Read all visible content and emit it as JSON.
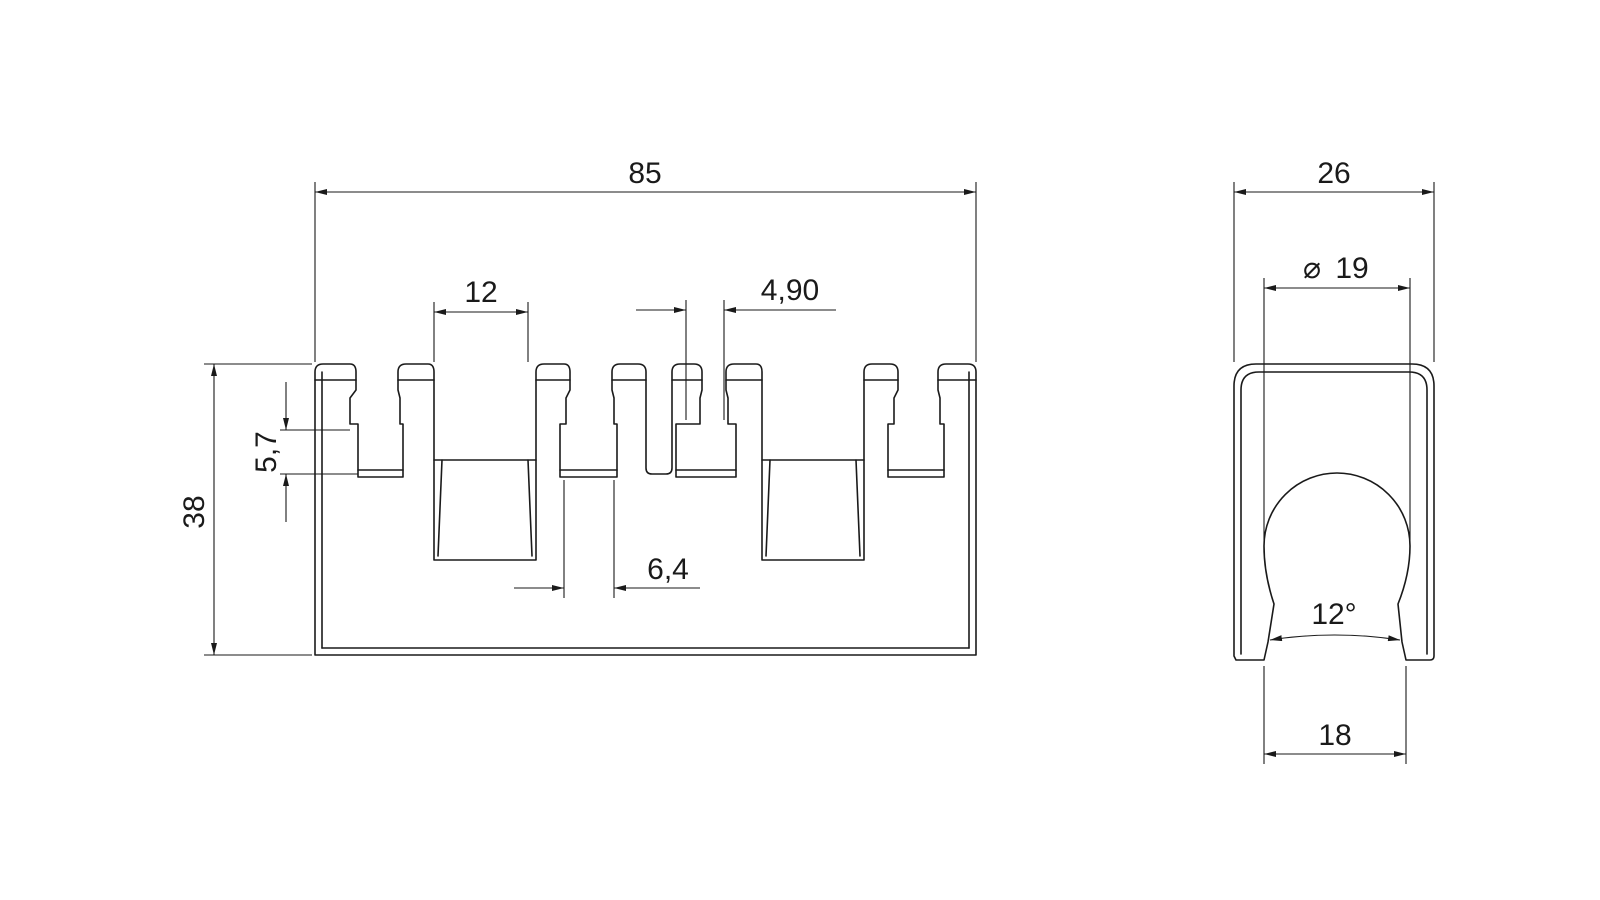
{
  "front_view": {
    "dimensions": {
      "overall_width": "85",
      "overall_height": "38",
      "wide_slot_width": "12",
      "narrow_slot_width": "6,4",
      "center_slot_width": "4,90",
      "tab_height": "5,7"
    }
  },
  "side_view": {
    "dimensions": {
      "outer_width": "26",
      "diameter": "19",
      "diameter_symbol": "⌀",
      "opening_width": "18",
      "angle": "12°"
    }
  }
}
